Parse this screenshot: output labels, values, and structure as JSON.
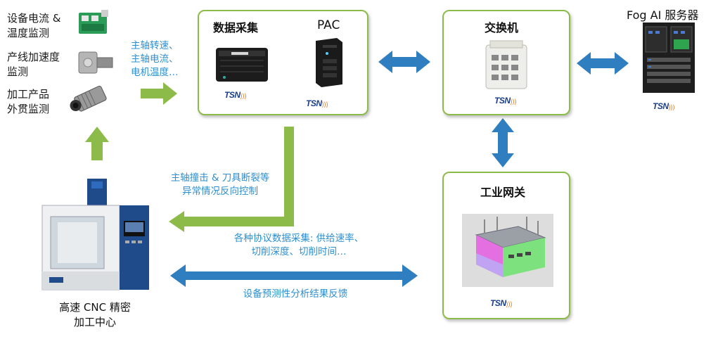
{
  "sensors": {
    "s1": "设备电流 &\n温度监测",
    "s2": "产线加速度\n监测",
    "s3": "加工产品\n外贯监测"
  },
  "flow_label_spindle": "主轴转速、\n主轴电流、\n电机温度…",
  "box_data": {
    "title": "数据采集",
    "title2": "PAC"
  },
  "box_switch": {
    "title": "交换机"
  },
  "box_gateway": {
    "title": "工业网关"
  },
  "server": {
    "title": "Fog AI 服务器"
  },
  "control_label": "主轴撞击 & 刀具断裂等\n异常情况反向控制",
  "protocol_label": "各种协议数据采集: 供给速率、\n切削深度、切削时间…",
  "feedback_label": "设备预测性分析结果反馈",
  "cnc_label": "高速 CNC 精密\n加工中心",
  "tsn_text": "TSN",
  "colors": {
    "green": "#8dbb4a",
    "blue": "#2f7ec0",
    "text_blue": "#2d8fcf"
  },
  "icons": [
    "current-sensor-icon",
    "accelerometer-icon",
    "camera-icon",
    "data-collector-icon",
    "pac-icon",
    "switch-icon",
    "server-icon",
    "gateway-icon",
    "cnc-machine-icon"
  ]
}
